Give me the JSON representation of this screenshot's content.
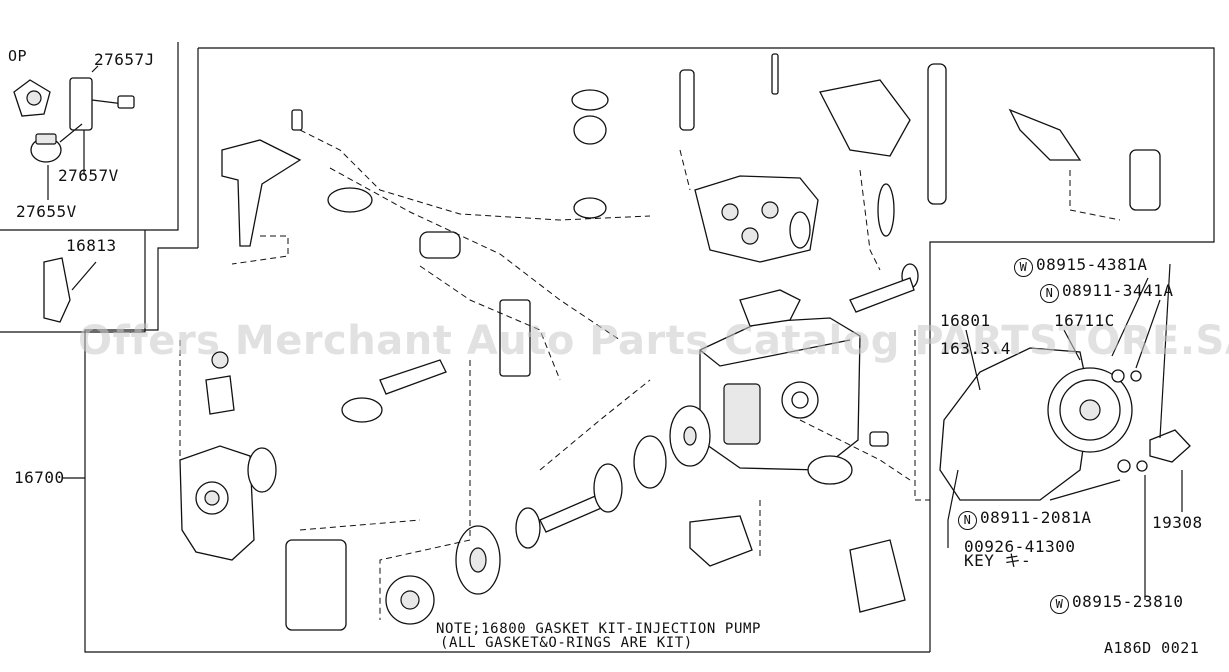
{
  "labels": {
    "op": "OP",
    "p27657j": "27657J",
    "p27657v": "27657V",
    "p27655v": "27655V",
    "p16813": "16813",
    "p16700": "16700",
    "p16801": "16801",
    "p16831": "163.3.4",
    "p16711c": "16711C",
    "w1_code": "08915-4381A",
    "n1_code": "08911-3441A",
    "n2_code": "08911-2081A",
    "key_code": "00926-41300",
    "key_text": "KEY キ-",
    "p19308": "19308",
    "w2_code": "08915-23810",
    "w_symbol": "W",
    "n_symbol": "N"
  },
  "note": {
    "line1": "NOTE;16800 GASKET KIT-INJECTION PUMP",
    "line2": "(ALL GASKET&O-RINGS ARE KIT)"
  },
  "diagram_id": "A186D 0021",
  "watermark": "Offers Merchant Auto Parts Catalog PARTSTORE.SA"
}
